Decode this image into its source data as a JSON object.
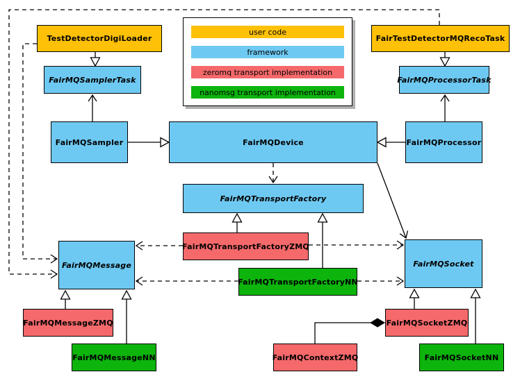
{
  "diagram": {
    "colors": {
      "user": "#ffc107",
      "framework": "#6ec9f2",
      "zeromq": "#f5696b",
      "nanomsg": "#0cb40c",
      "line": "#000000",
      "background": "#ffffff",
      "legend_shadow": "#b0b0b0"
    },
    "legend": {
      "items": [
        {
          "label": "user code",
          "category": "user"
        },
        {
          "label": "framework",
          "category": "framework"
        },
        {
          "label": "zeromq transport implementation",
          "category": "zeromq"
        },
        {
          "label": "nanomsg transport implementation",
          "category": "nanomsg"
        }
      ]
    },
    "nodes": [
      {
        "id": "digiLoader",
        "label": "TestDetectorDigiLoader",
        "category": "user",
        "abstract": false
      },
      {
        "id": "recoTask",
        "label": "FairTestDetectorMQRecoTask",
        "category": "user",
        "abstract": false
      },
      {
        "id": "samplerTask",
        "label": "FairMQSamplerTask",
        "category": "framework",
        "abstract": true
      },
      {
        "id": "processorTask",
        "label": "FairMQProcessorTask",
        "category": "framework",
        "abstract": true
      },
      {
        "id": "sampler",
        "label": "FairMQSampler",
        "category": "framework",
        "abstract": false
      },
      {
        "id": "device",
        "label": "FairMQDevice",
        "category": "framework",
        "abstract": false
      },
      {
        "id": "processor",
        "label": "FairMQProcessor",
        "category": "framework",
        "abstract": false
      },
      {
        "id": "factory",
        "label": "FairMQTransportFactory",
        "category": "framework",
        "abstract": true
      },
      {
        "id": "factoryZMQ",
        "label": "FairMQTransportFactoryZMQ",
        "category": "zeromq",
        "abstract": false
      },
      {
        "id": "factoryNN",
        "label": "FairMQTransportFactoryNN",
        "category": "nanomsg",
        "abstract": false
      },
      {
        "id": "message",
        "label": "FairMQMessage",
        "category": "framework",
        "abstract": true
      },
      {
        "id": "socket",
        "label": "FairMQSocket",
        "category": "framework",
        "abstract": true
      },
      {
        "id": "messageZMQ",
        "label": "FairMQMessageZMQ",
        "category": "zeromq",
        "abstract": false
      },
      {
        "id": "messageNN",
        "label": "FairMQMessageNN",
        "category": "nanomsg",
        "abstract": false
      },
      {
        "id": "contextZMQ",
        "label": "FairMQContextZMQ",
        "category": "zeromq",
        "abstract": false
      },
      {
        "id": "socketZMQ",
        "label": "FairMQSocketZMQ",
        "category": "zeromq",
        "abstract": false
      },
      {
        "id": "socketNN",
        "label": "FairMQSocketNN",
        "category": "nanomsg",
        "abstract": false
      }
    ],
    "edges": [
      {
        "from": "digiLoader",
        "to": "samplerTask",
        "style": "solid",
        "head": "hollow-triangle"
      },
      {
        "from": "recoTask",
        "to": "processorTask",
        "style": "solid",
        "head": "hollow-triangle"
      },
      {
        "from": "sampler",
        "to": "samplerTask",
        "style": "solid",
        "head": "open-vee"
      },
      {
        "from": "processor",
        "to": "processorTask",
        "style": "solid",
        "head": "open-vee"
      },
      {
        "from": "sampler",
        "to": "device",
        "style": "solid",
        "head": "hollow-triangle"
      },
      {
        "from": "processor",
        "to": "device",
        "style": "solid",
        "head": "hollow-triangle"
      },
      {
        "from": "device",
        "to": "factory",
        "style": "dashed",
        "head": "open-vee"
      },
      {
        "from": "factoryZMQ",
        "to": "factory",
        "style": "solid",
        "head": "hollow-triangle"
      },
      {
        "from": "factoryNN",
        "to": "factory",
        "style": "solid",
        "head": "hollow-triangle"
      },
      {
        "from": "device",
        "to": "socket",
        "style": "solid",
        "head": "open-vee"
      },
      {
        "from": "factoryZMQ",
        "to": "message",
        "style": "dashed",
        "head": "open-vee"
      },
      {
        "from": "factoryZMQ",
        "to": "socket",
        "style": "dashed",
        "head": "open-vee"
      },
      {
        "from": "factoryNN",
        "to": "message",
        "style": "dashed",
        "head": "open-vee"
      },
      {
        "from": "factoryNN",
        "to": "socket",
        "style": "dashed",
        "head": "open-vee"
      },
      {
        "from": "messageZMQ",
        "to": "message",
        "style": "solid",
        "head": "hollow-triangle"
      },
      {
        "from": "messageNN",
        "to": "message",
        "style": "solid",
        "head": "hollow-triangle"
      },
      {
        "from": "socketZMQ",
        "to": "socket",
        "style": "solid",
        "head": "hollow-triangle"
      },
      {
        "from": "socketNN",
        "to": "socket",
        "style": "solid",
        "head": "hollow-triangle"
      },
      {
        "from": "recoTask",
        "to": "message",
        "style": "dashed",
        "head": "open-vee"
      },
      {
        "from": "digiLoader",
        "to": "message",
        "style": "dashed",
        "head": "open-vee"
      },
      {
        "from": "contextZMQ",
        "to": "socketZMQ",
        "style": "solid",
        "head": "filled-diamond"
      }
    ]
  }
}
